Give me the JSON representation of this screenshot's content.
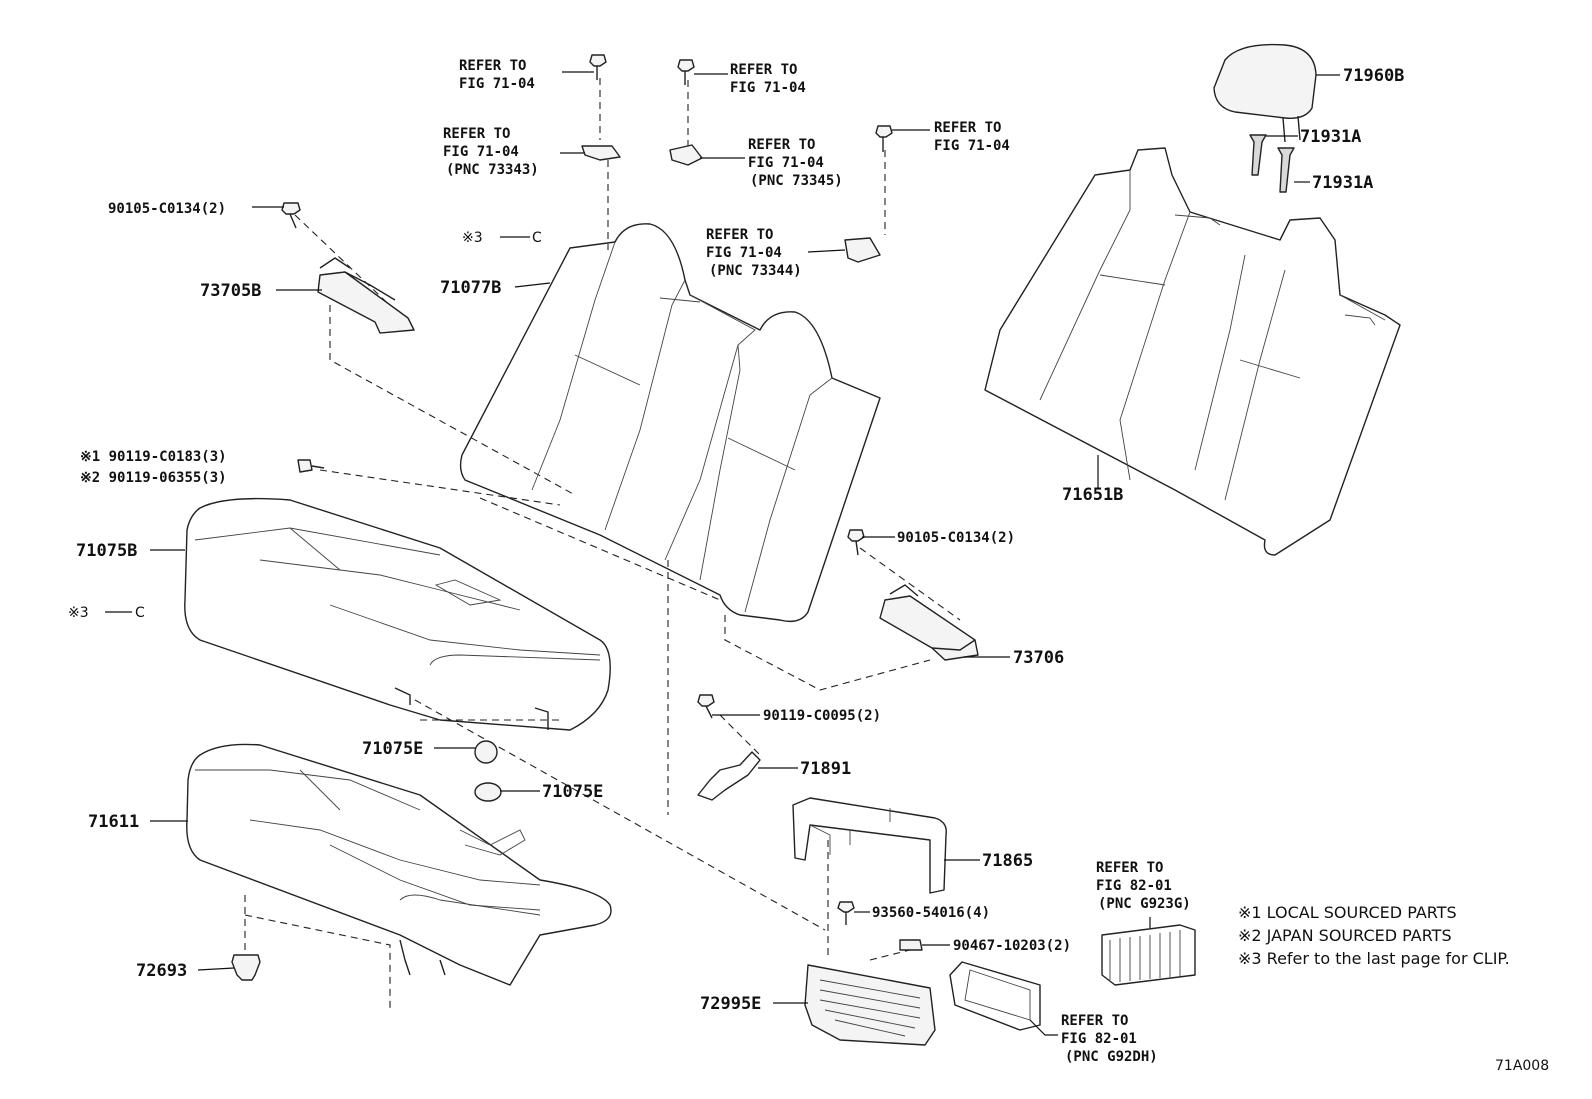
{
  "callouts": {
    "headrest": "71960B",
    "headrest_support_1": "71931A",
    "headrest_support_2": "71931A",
    "seatback_cover": "71651B",
    "seatback_assy": "71077B",
    "hinge_left": "73705B",
    "hinge_right": "73706",
    "cushion_cover": "71075B",
    "cushion_pad": "71611",
    "clip_1": "71075E",
    "clip_2": "71075E",
    "bracket": "71891",
    "armrest_frame": "71865",
    "cup_holder": "72995E",
    "fastener_lower": "72693",
    "bolt_left": "90105-C0134(2)",
    "bolt_right": "90105-C0134(2)",
    "bolt_bracket": "90119-C0095(2)",
    "bolt_local": "※1 90119-C0183(3)",
    "bolt_japan": "※2 90119-06355(3)",
    "screw": "93560-54016(4)",
    "nut": "90467-10203(2)"
  },
  "clip_refs": {
    "backrest": "※3",
    "cushion": "※3",
    "symbol": "C"
  },
  "references": {
    "r1": {
      "line1": "REFER TO",
      "line2": "FIG 71-04"
    },
    "r2": {
      "line1": "REFER TO",
      "line2": "FIG 71-04",
      "line3": "(PNC 73343)"
    },
    "r3": {
      "line1": "REFER TO",
      "line2": "FIG 71-04"
    },
    "r4": {
      "line1": "REFER TO",
      "line2": "FIG 71-04",
      "line3": "(PNC 73345)"
    },
    "r5": {
      "line1": "REFER TO",
      "line2": "FIG 71-04"
    },
    "r6": {
      "line1": "REFER TO",
      "line2": "FIG 71-04",
      "line3": "(PNC 73344)"
    },
    "r7": {
      "line1": "REFER TO",
      "line2": "FIG 82-01",
      "line3": "(PNC G923G)"
    },
    "r8": {
      "line1": "REFER TO",
      "line2": "FIG 82-01",
      "line3": "(PNC G92DH)"
    }
  },
  "legend": [
    "※1 LOCAL SOURCED PARTS",
    "※2 JAPAN SOURCED PARTS",
    "※3 Refer to the last page for CLIP."
  ],
  "figure_id": "71A008"
}
